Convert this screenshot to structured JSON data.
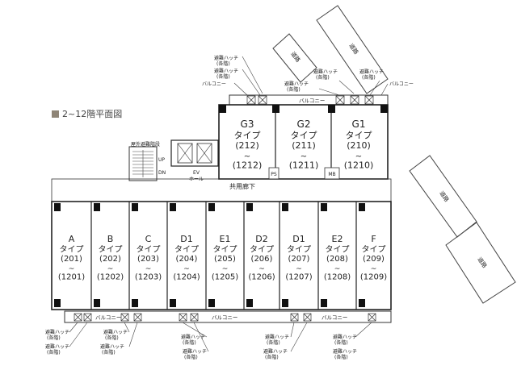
{
  "floor_title": "2~12階平面図",
  "upper_units": [
    {
      "name": "G3",
      "type": "タイプ",
      "room": "(212)",
      "room2": "(1212)"
    },
    {
      "name": "G2",
      "type": "タイプ",
      "room": "(211)",
      "room2": "(1211)"
    },
    {
      "name": "G1",
      "type": "タイプ",
      "room": "(210)",
      "room2": "(1210)"
    }
  ],
  "lower_units": [
    {
      "name": "A",
      "type": "タイプ",
      "room": "(201)",
      "room2": "(1201)"
    },
    {
      "name": "B",
      "type": "タイプ",
      "room": "(202)",
      "room2": "(1202)"
    },
    {
      "name": "C",
      "type": "タイプ",
      "room": "(203)",
      "room2": "(1203)"
    },
    {
      "name": "D1",
      "type": "タイプ",
      "room": "(204)",
      "room2": "(1204)"
    },
    {
      "name": "E1",
      "type": "タイプ",
      "room": "(205)",
      "room2": "(1205)"
    },
    {
      "name": "D2",
      "type": "タイプ",
      "room": "(206)",
      "room2": "(1206)"
    },
    {
      "name": "D1",
      "type": "タイプ",
      "room": "(207)",
      "room2": "(1207)"
    },
    {
      "name": "E2",
      "type": "タイプ",
      "room": "(208)",
      "room2": "(1208)"
    },
    {
      "name": "F",
      "type": "タイプ",
      "room": "(209)",
      "room2": "(1209)"
    }
  ],
  "tilde": "~",
  "labels": {
    "balcony": "バルコニー",
    "corridor": "共用廊下",
    "ev": "EV",
    "hall": "ホール",
    "mb": "MB",
    "ps": "PS",
    "up": "UP",
    "dn": "DN",
    "outer_stair": "屋外避難階段",
    "hatch": "避難ハッチ",
    "hatch_note": "(各階)",
    "road_1": "道路",
    "road_2": "道路",
    "road_3": "道路",
    "road_4": "道路"
  }
}
